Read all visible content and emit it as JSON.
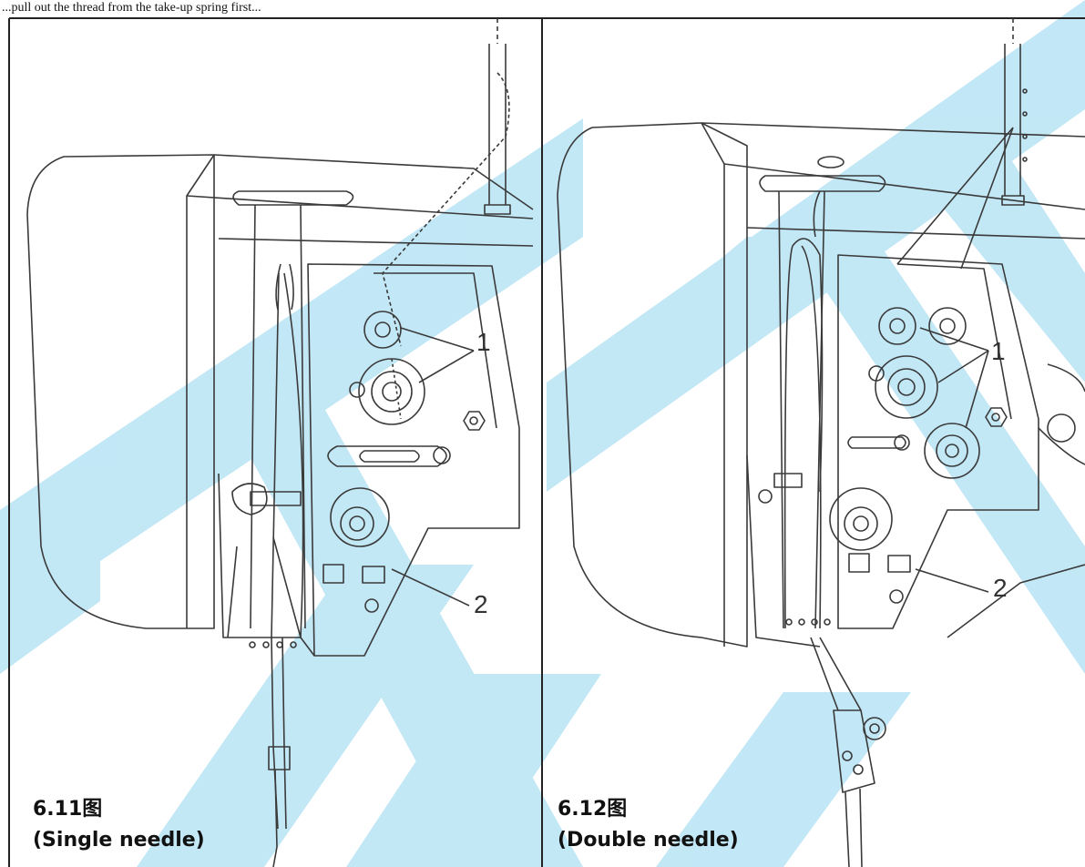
{
  "caption": "...pull out the thread from the take-up spring first...",
  "panels": [
    {
      "figure_no": "6.11图",
      "subtitle": "(Single needle)",
      "callouts": [
        "1",
        "2"
      ]
    },
    {
      "figure_no": "6.12图",
      "subtitle": "(Double needle)",
      "callouts": [
        "1",
        "2"
      ]
    }
  ],
  "colors": {
    "watermark": "#bfe6f5",
    "line": "#3a3a3a",
    "frame": "#222222"
  }
}
